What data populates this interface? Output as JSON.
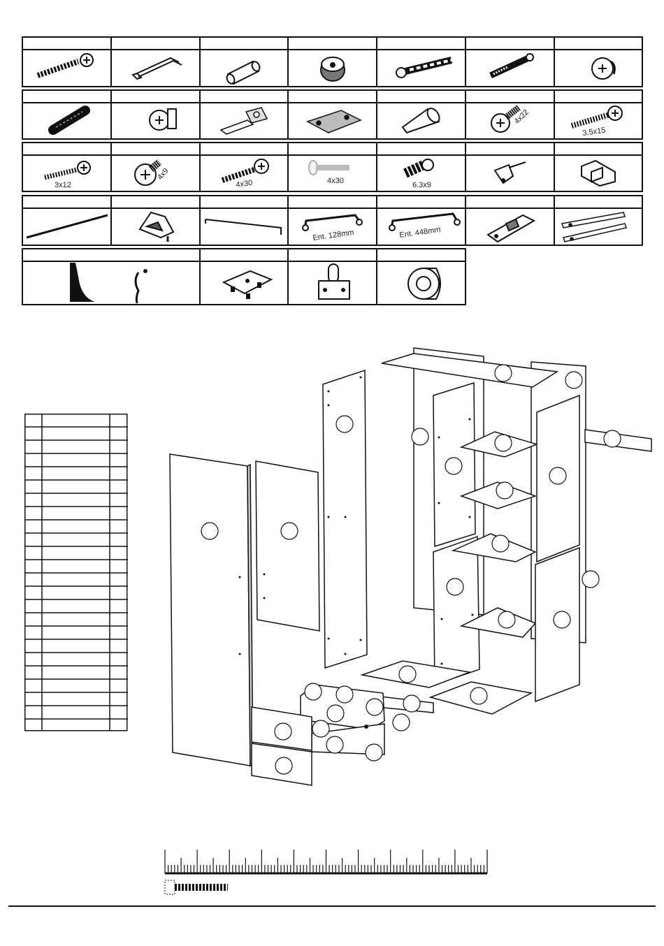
{
  "hardware": {
    "labels": {
      "screw_3x12": "3x12",
      "screw_4x9": "4x9",
      "screw_4x30_black": "4x30",
      "screw_4x30_light": "4x30",
      "plug_6_3x9": "6.3x9",
      "screw_4x22": "4x22",
      "screw_3_5x15": "3.5x15",
      "handle_128": "Ent. 128mm",
      "handle_448": "Ent. 448mm"
    },
    "icons": [
      "cam-bolt-icon",
      "allen-key-icon",
      "wood-dowel-icon",
      "cam-lock-icon",
      "plastic-anchor-icon",
      "connector-bolt-icon",
      "cam-lock-small-icon",
      "ribbed-dowel-icon",
      "cam-fitting-icon",
      "hinge-icon",
      "hinge-plate-icon",
      "plastic-cone-icon",
      "screw-4x22-icon",
      "screw-3-5x15-icon",
      "screw-3x12-icon",
      "screw-4x9-icon",
      "screw-4x30-black-icon",
      "screw-4x30-light-icon",
      "plug-6-3x9-icon",
      "shelf-support-icon",
      "corner-bracket-icon",
      "hanging-rod-icon",
      "rod-holder-icon",
      "long-rod-icon",
      "handle-128-icon",
      "handle-448-icon",
      "drawer-stop-icon",
      "drawer-runners-icon",
      "anti-tip-strap-icon",
      "leveling-foot-icon",
      "wall-bracket-icon",
      "bumper-icon"
    ]
  },
  "assembly": {
    "part_callouts": 27
  },
  "parts_table": {
    "rows": 22
  },
  "colors": {
    "ink": "#111111",
    "panel_fill": "#ffffff",
    "panel_shade": "#d8d8d8"
  }
}
